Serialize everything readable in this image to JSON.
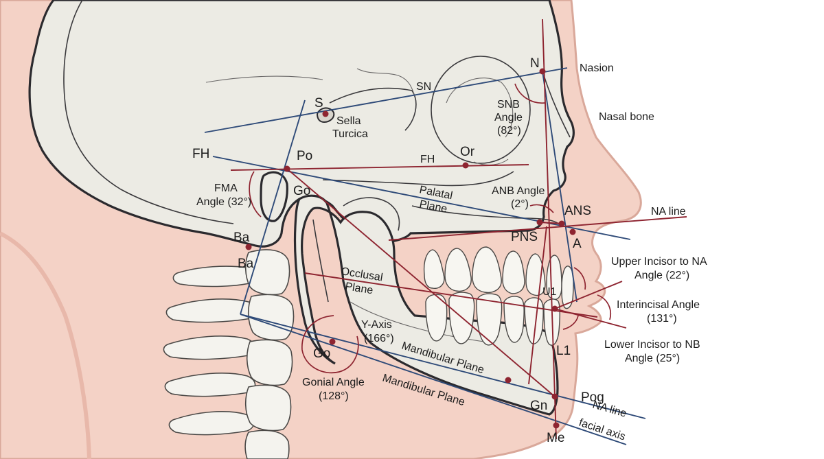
{
  "colors": {
    "skin": "#f4d2c6",
    "skin_outline": "#d9a89a",
    "bone": "#ecebe4",
    "bone_outline": "#2b2a2e",
    "plane_line": "#2e4a78",
    "measure_line": "#8e2430"
  },
  "labels": {
    "nasion": "Nasion",
    "n": "N",
    "nasal_bone": "Nasal bone",
    "sn": "SN",
    "s": "S",
    "sella_1": "Sella",
    "sella_2": "Turcica",
    "snb_1": "SNB",
    "snb_2": "Angle",
    "snb_3": "(82°)",
    "fh_left": "FH",
    "po": "Po",
    "fh_mid": "FH",
    "or": "Or",
    "fma_1": "FMA",
    "fma_2": "Angle (32°)",
    "go_upper": "Go",
    "palatal_1": "Palatal",
    "palatal_2": "Plane",
    "anb_1": "ANB Angle",
    "anb_2": "(2°)",
    "ans": "ANS",
    "na_line_top": "NA line",
    "pns": "PNS",
    "a": "A",
    "ba_upper": "Ba",
    "ba_lower": "Ba",
    "upper_incisor_1": "Upper Incisor to NA",
    "upper_incisor_2": "Angle (22°)",
    "occlusal_1": "Occlusal",
    "occlusal_2": "Plane",
    "u1": "U1",
    "interincisal_1": "Interincisal Angle",
    "interincisal_2": "(131°)",
    "yaxis_1": "Y-Axis",
    "yaxis_2": "(166°)",
    "lower_incisor_1": "Lower Incisor to NB",
    "lower_incisor_2": "Angle (25°)",
    "go_lower": "Go",
    "mandibular_1": "Mandibular Plane",
    "l1": "L1",
    "gonial_1": "Gonial Angle",
    "gonial_2": "(128°)",
    "mandibular_2": "Mandibular Plane",
    "pog": "Pog",
    "na_line_bottom": "NA line",
    "gn": "Gn",
    "me": "Me",
    "facial_axis": "facial axis"
  }
}
